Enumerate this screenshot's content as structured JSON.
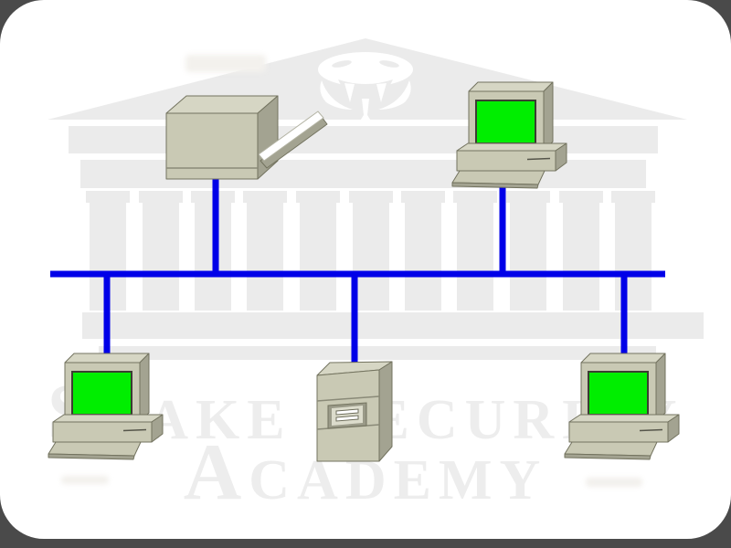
{
  "colors": {
    "page-bg": "#4a4a4a",
    "card-bg": "#ffffff",
    "bus-color": "#0000e8",
    "screen-color": "#00ee00",
    "device-front": "#c9c9b4",
    "device-top": "#d6d6c4",
    "device-side": "#a3a391",
    "device-outline": "#73735f",
    "watermark-gray": "#ebebeb",
    "watermark-text": "#ededed"
  },
  "watermark": {
    "line1": "Snake Security",
    "line2": "Academy",
    "logo": "viper-snake-head",
    "building": "greek-temple-colonnade"
  },
  "diagram": {
    "type": "bus-network-topology",
    "bus": {
      "orientation": "horizontal",
      "color": "#0000e8",
      "drop_count": 5
    },
    "nodes": [
      {
        "id": "printer",
        "kind": "printer",
        "position": "top-left"
      },
      {
        "id": "workstation-top-right",
        "kind": "workstation",
        "position": "top-right",
        "screen": "green"
      },
      {
        "id": "workstation-bottom-left",
        "kind": "workstation",
        "position": "bottom-left",
        "screen": "green"
      },
      {
        "id": "server",
        "kind": "server-tower",
        "position": "bottom-center"
      },
      {
        "id": "workstation-bottom-right",
        "kind": "workstation",
        "position": "bottom-right",
        "screen": "green"
      }
    ],
    "links": [
      {
        "from": "printer",
        "to": "bus"
      },
      {
        "from": "workstation-top-right",
        "to": "bus"
      },
      {
        "from": "workstation-bottom-left",
        "to": "bus"
      },
      {
        "from": "server",
        "to": "bus"
      },
      {
        "from": "workstation-bottom-right",
        "to": "bus"
      }
    ]
  }
}
